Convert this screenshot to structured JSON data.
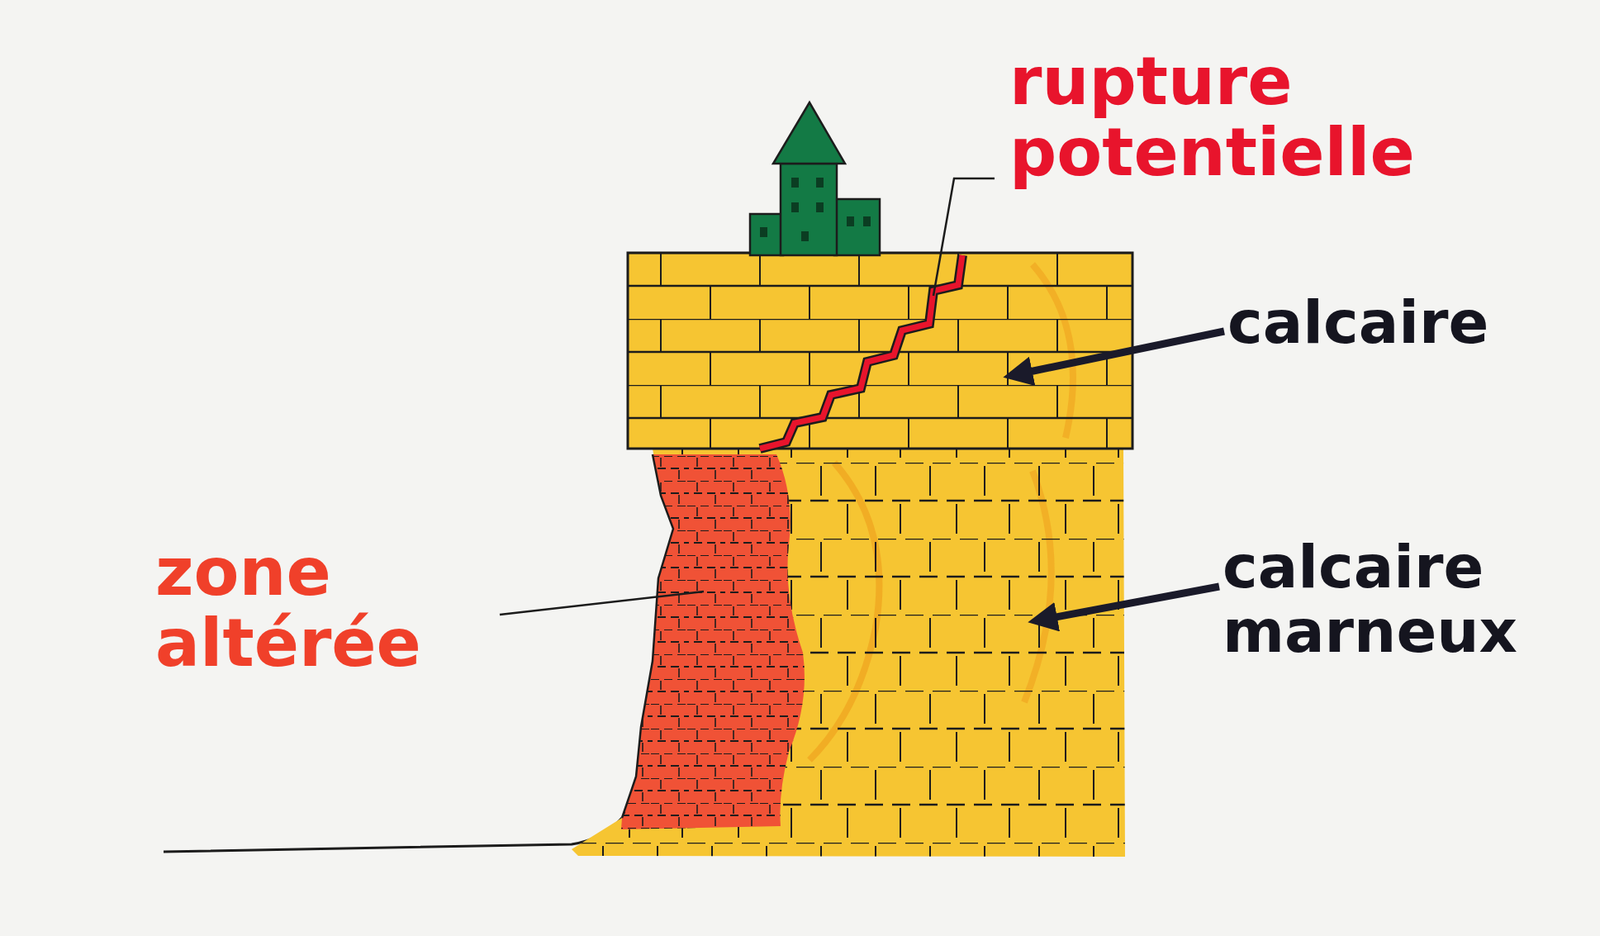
{
  "diagram": {
    "labels": [
      "rupture potentielle",
      "calcaire",
      "calcaire marneux",
      "zone altérée"
    ]
  }
}
